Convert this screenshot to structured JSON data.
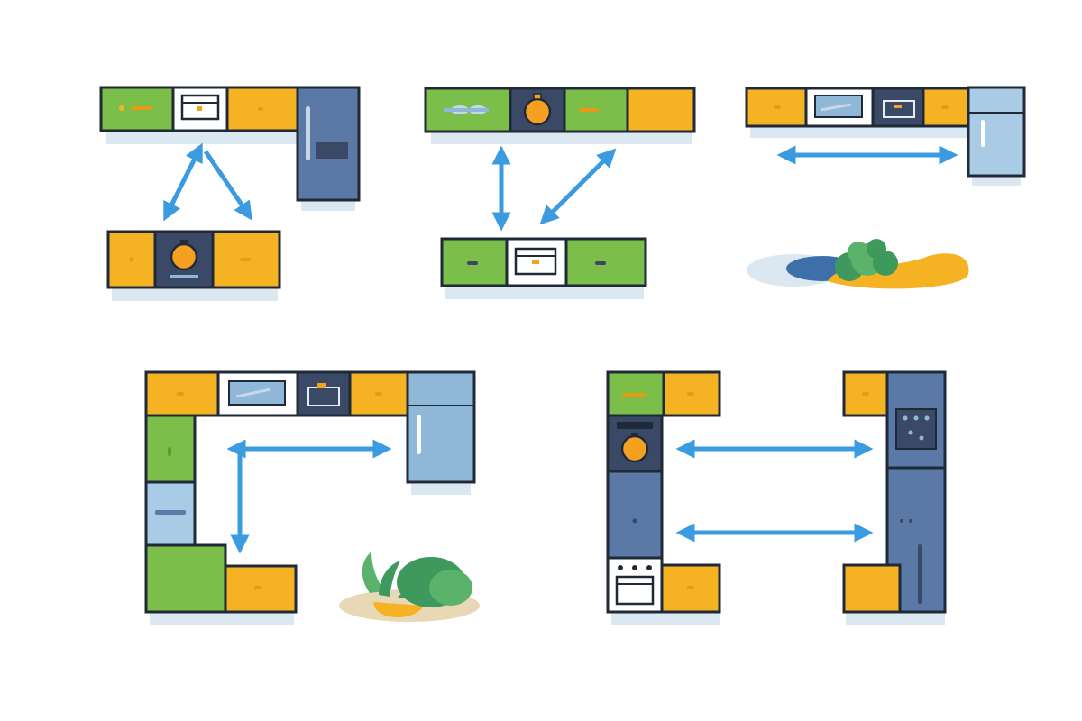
{
  "colors": {
    "outline": "#1f2937",
    "green": "#7bbf4a",
    "green_dark": "#5c9e35",
    "orange": "#f5b323",
    "orange_dark": "#e89a14",
    "navy": "#3a4a66",
    "steel": "#5a79a6",
    "steel_light": "#8fb7d8",
    "fridge_light": "#a9cbe6",
    "white": "#ffffff",
    "shadow": "#dbe8f2",
    "arrow": "#3b9be0",
    "pot": "#f5a020",
    "plant": "#3d9a5c",
    "plant_light": "#5bb36b",
    "blob_blue": "#3f6fa8",
    "blob_sand": "#e8d8b6"
  },
  "layouts": [
    {
      "id": "work-triangle",
      "label": ""
    },
    {
      "id": "galley-pair",
      "label": ""
    },
    {
      "id": "single-wall",
      "label": ""
    },
    {
      "id": "u-shape",
      "label": ""
    },
    {
      "id": "parallel-galley",
      "label": ""
    }
  ],
  "decor": [
    {
      "id": "plant-top-right",
      "icon": "plant-icon"
    },
    {
      "id": "plant-bottom-left",
      "icon": "plant-icon"
    }
  ]
}
